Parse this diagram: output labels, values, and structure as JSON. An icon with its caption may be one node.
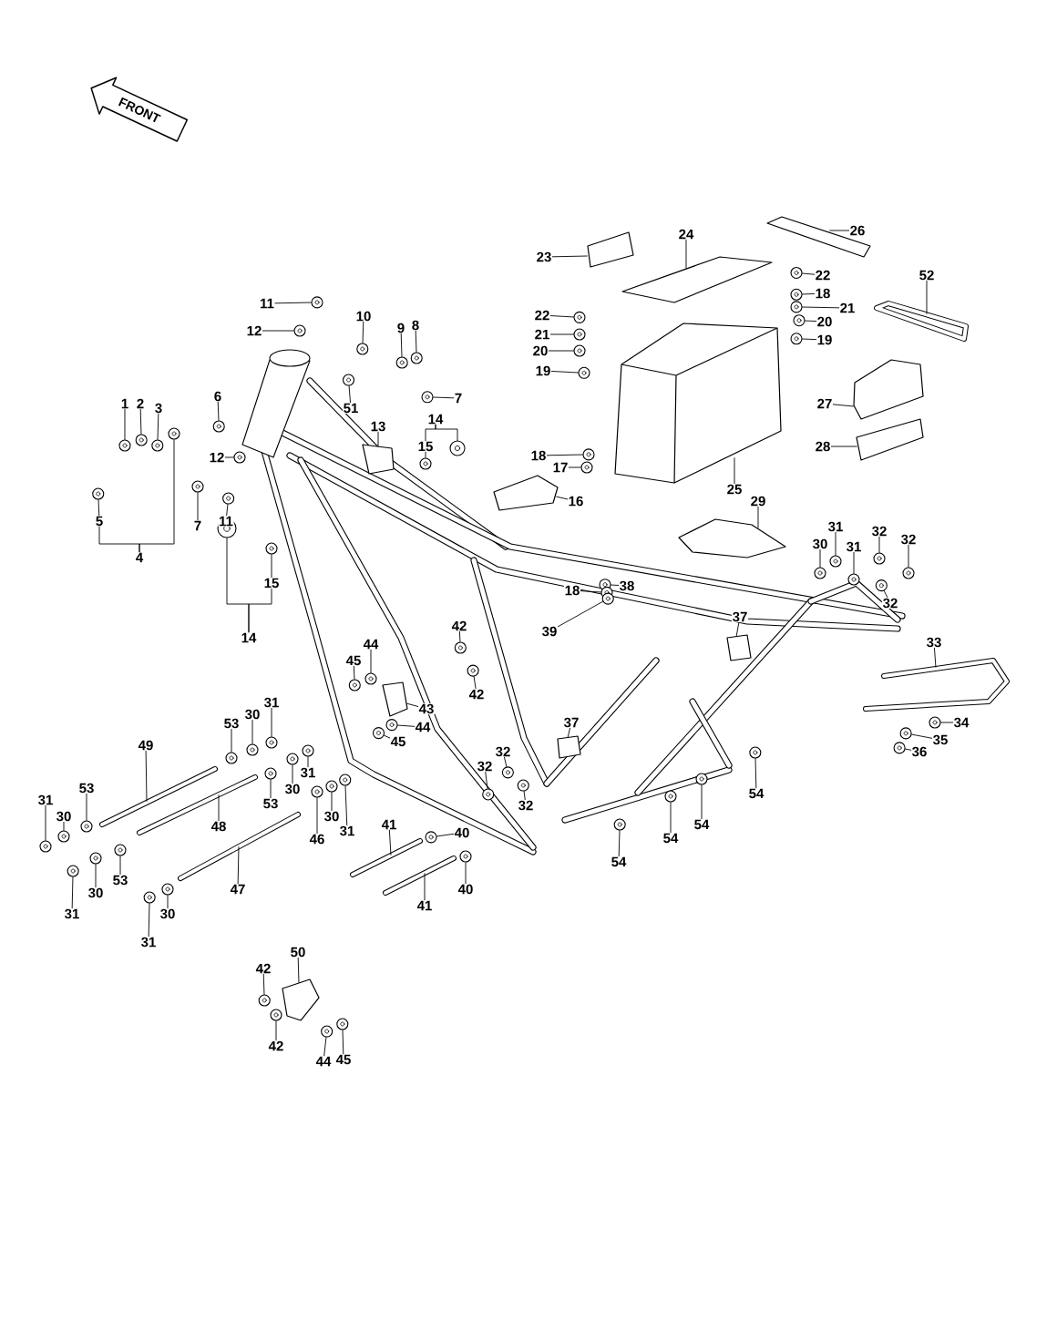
{
  "diagram": {
    "nodes": [
      {
        "text": [
          "1"
        ]
      },
      {
        "text": [
          "2"
        ]
      },
      {
        "text": [
          "3"
        ]
      },
      {
        "text": [
          "6"
        ]
      },
      {
        "text": [
          "5"
        ]
      },
      {
        "text": [
          "4"
        ]
      },
      {
        "text": [
          "7"
        ]
      },
      {
        "text": [
          "11"
        ]
      },
      {
        "text": [
          "12"
        ]
      },
      {
        "text": [
          "10"
        ]
      },
      {
        "text": [
          "9"
        ]
      },
      {
        "text": [
          "8"
        ]
      },
      {
        "text": [
          "51"
        ]
      },
      {
        "text": [
          "13"
        ]
      },
      {
        "text": [
          "7"
        ]
      },
      {
        "text": [
          "14"
        ]
      },
      {
        "text": [
          "15"
        ]
      },
      {
        "text": [
          "12"
        ]
      },
      {
        "text": [
          "11"
        ]
      },
      {
        "text": [
          "15"
        ]
      },
      {
        "text": [
          "14"
        ]
      },
      {
        "text": [
          "23"
        ]
      },
      {
        "text": [
          "24"
        ]
      },
      {
        "text": [
          "26"
        ]
      },
      {
        "text": [
          "22"
        ]
      },
      {
        "text": [
          "18"
        ]
      },
      {
        "text": [
          "21"
        ]
      },
      {
        "text": [
          "20"
        ]
      },
      {
        "text": [
          "19"
        ]
      },
      {
        "text": [
          "52"
        ]
      },
      {
        "text": [
          "22"
        ]
      },
      {
        "text": [
          "21"
        ]
      },
      {
        "text": [
          "20"
        ]
      },
      {
        "text": [
          "19"
        ]
      },
      {
        "text": [
          "18"
        ]
      },
      {
        "text": [
          "17"
        ]
      },
      {
        "text": [
          "16"
        ]
      },
      {
        "text": [
          "25"
        ]
      },
      {
        "text": [
          "27"
        ]
      },
      {
        "text": [
          "28"
        ]
      },
      {
        "text": [
          "29"
        ]
      },
      {
        "text": [
          "30"
        ]
      },
      {
        "text": [
          "31"
        ]
      },
      {
        "text": [
          "31"
        ]
      },
      {
        "text": [
          "32"
        ]
      },
      {
        "text": [
          "32"
        ]
      },
      {
        "text": [
          "32"
        ]
      },
      {
        "text": [
          "38"
        ]
      },
      {
        "text": [
          "18"
        ]
      },
      {
        "text": [
          "39"
        ]
      },
      {
        "text": [
          "37"
        ]
      },
      {
        "text": [
          "33"
        ]
      },
      {
        "text": [
          "34"
        ]
      },
      {
        "text": [
          "35"
        ]
      },
      {
        "text": [
          "36"
        ]
      },
      {
        "text": [
          "37"
        ]
      },
      {
        "text": [
          "32"
        ]
      },
      {
        "text": [
          "32"
        ]
      },
      {
        "text": [
          "32"
        ]
      },
      {
        "text": [
          "54"
        ]
      },
      {
        "text": [
          "54"
        ]
      },
      {
        "text": [
          "54"
        ]
      },
      {
        "text": [
          "54"
        ]
      },
      {
        "text": [
          "42"
        ]
      },
      {
        "text": [
          "44"
        ]
      },
      {
        "text": [
          "45"
        ]
      },
      {
        "text": [
          "42"
        ]
      },
      {
        "text": [
          "43"
        ]
      },
      {
        "text": [
          "44"
        ]
      },
      {
        "text": [
          "45"
        ]
      },
      {
        "text": [
          "31"
        ]
      },
      {
        "text": [
          "30"
        ]
      },
      {
        "text": [
          "53"
        ]
      },
      {
        "text": [
          "49"
        ]
      },
      {
        "text": [
          "31"
        ]
      },
      {
        "text": [
          "30"
        ]
      },
      {
        "text": [
          "53"
        ]
      },
      {
        "text": [
          "48"
        ]
      },
      {
        "text": [
          "46"
        ]
      },
      {
        "text": [
          "30"
        ]
      },
      {
        "text": [
          "31"
        ]
      },
      {
        "text": [
          "41"
        ]
      },
      {
        "text": [
          "40"
        ]
      },
      {
        "text": [
          "40"
        ]
      },
      {
        "text": [
          "41"
        ]
      },
      {
        "text": [
          "47"
        ]
      },
      {
        "text": [
          "31"
        ]
      },
      {
        "text": [
          "30"
        ]
      },
      {
        "text": [
          "53"
        ]
      },
      {
        "text": [
          "53"
        ]
      },
      {
        "text": [
          "30"
        ]
      },
      {
        "text": [
          "31"
        ]
      },
      {
        "text": [
          "30"
        ]
      },
      {
        "text": [
          "31"
        ]
      },
      {
        "text": [
          "50"
        ]
      },
      {
        "text": [
          "42"
        ]
      },
      {
        "text": [
          "42"
        ]
      },
      {
        "text": [
          "44"
        ]
      },
      {
        "text": [
          "45"
        ]
      },
      {
        "text": [],
        "shape": "circle"
      },
      {
        "text": [],
        "shape": "circle"
      },
      {
        "text": [],
        "shape": "circle"
      },
      {
        "text": [],
        "shape": "circle"
      },
      {
        "text": [],
        "shape": "circle"
      },
      {
        "text": [],
        "shape": "circle"
      },
      {
        "text": [],
        "shape": "circle"
      },
      {
        "text": [],
        "shape": "circle"
      },
      {
        "text": [],
        "shape": "circle"
      },
      {
        "text": [],
        "shape": "circle"
      },
      {
        "text": [],
        "shape": "circle"
      },
      {
        "text": [],
        "shape": "circle"
      },
      {
        "text": [],
        "shape": "circle"
      },
      {
        "text": [],
        "shape": "circle"
      },
      {
        "text": [],
        "shape": "circle"
      },
      {
        "text": [],
        "shape": "circle"
      },
      {
        "text": [],
        "shape": "circle"
      },
      {
        "text": [],
        "shape": "circle"
      },
      {
        "text": [],
        "shape": "circle"
      },
      {
        "text": [],
        "shape": "circle"
      },
      {
        "text": [],
        "shape": "circle"
      },
      {
        "text": [],
        "shape": "circle"
      },
      {
        "text": [],
        "shape": "circle"
      },
      {
        "text": [],
        "shape": "circle"
      },
      {
        "text": [],
        "shape": "circle"
      },
      {
        "text": [],
        "shape": "circle"
      },
      {
        "text": [],
        "shape": "circle"
      },
      {
        "text": [],
        "shape": "circle"
      },
      {
        "text": [],
        "shape": "circle"
      },
      {
        "text": [],
        "shape": "circle"
      },
      {
        "text": [],
        "shape": "circle"
      },
      {
        "text": [],
        "shape": "circle"
      },
      {
        "text": [],
        "shape": "circle"
      },
      {
        "text": [],
        "shape": "circle"
      },
      {
        "text": [],
        "shape": "circle"
      },
      {
        "text": [],
        "shape": "circle"
      },
      {
        "text": [],
        "shape": "circle"
      },
      {
        "text": [],
        "shape": "circle"
      },
      {
        "text": [],
        "shape": "circle"
      },
      {
        "text": [],
        "shape": "circle"
      },
      {
        "text": [],
        "shape": "circle"
      },
      {
        "text": [],
        "shape": "circle"
      },
      {
        "text": [],
        "shape": "circle"
      },
      {
        "text": [],
        "shape": "circle"
      },
      {
        "text": [],
        "shape": "circle"
      },
      {
        "text": [],
        "shape": "circle"
      },
      {
        "text": [],
        "shape": "circle"
      },
      {
        "text": [],
        "shape": "circle"
      },
      {
        "text": [],
        "shape": "circle"
      },
      {
        "text": [],
        "shape": "circle"
      },
      {
        "text": [],
        "shape": "circle"
      },
      {
        "text": [],
        "shape": "circle"
      },
      {
        "text": [],
        "shape": "circle"
      },
      {
        "text": [],
        "shape": "circle"
      },
      {
        "text": [],
        "shape": "circle"
      },
      {
        "text": [],
        "shape": "circle"
      },
      {
        "text": [],
        "shape": "circle"
      },
      {
        "text": [],
        "shape": "circle"
      },
      {
        "text": [],
        "shape": "circle"
      },
      {
        "text": [],
        "shape": "circle"
      },
      {
        "text": [],
        "shape": "circle"
      },
      {
        "text": [],
        "shape": "circle"
      },
      {
        "text": [],
        "shape": "circle"
      },
      {
        "text": [],
        "shape": "circle"
      },
      {
        "text": [],
        "shape": "circle"
      },
      {
        "text": [],
        "shape": "circle"
      },
      {
        "text": [],
        "shape": "circle"
      },
      {
        "text": [],
        "shape": "circle"
      },
      {
        "text": [],
        "shape": "circle"
      },
      {
        "text": [],
        "shape": "circle"
      },
      {
        "text": [],
        "shape": "circle"
      },
      {
        "text": [],
        "shape": "circle"
      },
      {
        "text": [],
        "shape": "circle"
      },
      {
        "text": [],
        "shape": "circle"
      },
      {
        "text": [],
        "shape": "circle"
      },
      {
        "text": [],
        "shape": "circle"
      },
      {
        "text": [],
        "shape": "box"
      },
      {
        "text": [],
        "shape": "box"
      },
      {
        "text": [],
        "shape": "box"
      },
      {
        "text": [],
        "shape": "box"
      },
      {
        "text": [],
        "shape": "bar"
      },
      {
        "text": [],
        "shape": "box"
      },
      {
        "text": [],
        "shape": "box"
      },
      {
        "text": [],
        "shape": "box"
      },
      {
        "text": [],
        "shape": "box"
      },
      {
        "text": [],
        "shape": "box"
      },
      {
        "text": [],
        "shape": "bar"
      },
      {
        "text": [],
        "shape": "box"
      },
      {
        "text": [],
        "shape": "bar"
      },
      {
        "text": [],
        "shape": "bar"
      },
      {
        "text": [],
        "shape": "bar"
      },
      {
        "text": [],
        "shape": "bar"
      },
      {
        "text": [],
        "shape": "bar"
      },
      {
        "text": [],
        "shape": "box"
      },
      {
        "text": [],
        "shape": "circle"
      },
      {
        "text": [],
        "shape": "circle"
      },
      {
        "text": [],
        "shape": "circle"
      },
      {
        "text": [],
        "shape": "box"
      },
      {
        "text": [],
        "shape": "box"
      }
    ],
    "edges": [
      {
        "from": 0,
        "to": 99,
        "arrow": "none"
      },
      {
        "from": 1,
        "to": 100,
        "arrow": "none"
      },
      {
        "from": 2,
        "to": 101,
        "arrow": "none"
      },
      {
        "from": 3,
        "to": 102,
        "arrow": "none"
      },
      {
        "from": 4,
        "to": 103,
        "arrow": "none"
      },
      {
        "from": 5,
        "to": 4,
        "arrow": "none"
      },
      {
        "from": 5,
        "to": 193,
        "arrow": "none"
      },
      {
        "from": 6,
        "to": 104,
        "arrow": "none"
      },
      {
        "from": 7,
        "to": 105,
        "arrow": "none"
      },
      {
        "from": 8,
        "to": 106,
        "arrow": "none"
      },
      {
        "from": 9,
        "to": 107,
        "arrow": "none"
      },
      {
        "from": 10,
        "to": 108,
        "arrow": "none"
      },
      {
        "from": 11,
        "to": 109,
        "arrow": "none"
      },
      {
        "from": 12,
        "to": 110,
        "arrow": "none"
      },
      {
        "from": 13,
        "to": 175,
        "arrow": "none"
      },
      {
        "from": 14,
        "to": 111,
        "arrow": "none"
      },
      {
        "from": 15,
        "to": 16,
        "arrow": "none"
      },
      {
        "from": 15,
        "to": 195,
        "arrow": "none"
      },
      {
        "from": 16,
        "to": 112,
        "arrow": "none"
      },
      {
        "from": 17,
        "to": 113,
        "arrow": "none"
      },
      {
        "from": 18,
        "to": 114,
        "arrow": "none"
      },
      {
        "from": 19,
        "to": 115,
        "arrow": "none"
      },
      {
        "from": 20,
        "to": 194,
        "arrow": "none"
      },
      {
        "from": 20,
        "to": 19,
        "arrow": "none"
      },
      {
        "from": 21,
        "to": 176,
        "arrow": "none"
      },
      {
        "from": 22,
        "to": 177,
        "arrow": "none"
      },
      {
        "from": 23,
        "to": 178,
        "arrow": "none"
      },
      {
        "from": 24,
        "to": 116,
        "arrow": "none"
      },
      {
        "from": 25,
        "to": 117,
        "arrow": "none"
      },
      {
        "from": 26,
        "to": 118,
        "arrow": "none"
      },
      {
        "from": 27,
        "to": 119,
        "arrow": "none"
      },
      {
        "from": 28,
        "to": 120,
        "arrow": "none"
      },
      {
        "from": 29,
        "to": 179,
        "arrow": "none"
      },
      {
        "from": 30,
        "to": 121,
        "arrow": "none"
      },
      {
        "from": 31,
        "to": 122,
        "arrow": "none"
      },
      {
        "from": 32,
        "to": 123,
        "arrow": "none"
      },
      {
        "from": 33,
        "to": 124,
        "arrow": "none"
      },
      {
        "from": 34,
        "to": 125,
        "arrow": "none"
      },
      {
        "from": 35,
        "to": 126,
        "arrow": "none"
      },
      {
        "from": 36,
        "to": 180,
        "arrow": "none"
      },
      {
        "from": 37,
        "to": 181,
        "arrow": "none"
      },
      {
        "from": 38,
        "to": 182,
        "arrow": "none"
      },
      {
        "from": 39,
        "to": 183,
        "arrow": "none"
      },
      {
        "from": 40,
        "to": 184,
        "arrow": "none"
      },
      {
        "from": 41,
        "to": 127,
        "arrow": "none"
      },
      {
        "from": 42,
        "to": 128,
        "arrow": "none"
      },
      {
        "from": 43,
        "to": 129,
        "arrow": "none"
      },
      {
        "from": 44,
        "to": 130,
        "arrow": "none"
      },
      {
        "from": 45,
        "to": 131,
        "arrow": "none"
      },
      {
        "from": 46,
        "to": 132,
        "arrow": "none"
      },
      {
        "from": 47,
        "to": 133,
        "arrow": "none"
      },
      {
        "from": 48,
        "to": 134,
        "arrow": "none"
      },
      {
        "from": 49,
        "to": 135,
        "arrow": "none"
      },
      {
        "from": 50,
        "to": 196,
        "arrow": "none"
      },
      {
        "from": 51,
        "to": 185,
        "arrow": "none"
      },
      {
        "from": 52,
        "to": 136,
        "arrow": "none"
      },
      {
        "from": 53,
        "to": 137,
        "arrow": "none"
      },
      {
        "from": 54,
        "to": 138,
        "arrow": "none"
      },
      {
        "from": 55,
        "to": 197,
        "arrow": "none"
      },
      {
        "from": 56,
        "to": 139,
        "arrow": "none"
      },
      {
        "from": 57,
        "to": 140,
        "arrow": "none"
      },
      {
        "from": 58,
        "to": 141,
        "arrow": "none"
      },
      {
        "from": 59,
        "to": 142,
        "arrow": "none"
      },
      {
        "from": 60,
        "to": 143,
        "arrow": "none"
      },
      {
        "from": 61,
        "to": 144,
        "arrow": "none"
      },
      {
        "from": 62,
        "to": 145,
        "arrow": "none"
      },
      {
        "from": 63,
        "to": 146,
        "arrow": "none"
      },
      {
        "from": 64,
        "to": 147,
        "arrow": "none"
      },
      {
        "from": 65,
        "to": 148,
        "arrow": "none"
      },
      {
        "from": 66,
        "to": 149,
        "arrow": "none"
      },
      {
        "from": 67,
        "to": 186,
        "arrow": "none"
      },
      {
        "from": 68,
        "to": 150,
        "arrow": "none"
      },
      {
        "from": 69,
        "to": 151,
        "arrow": "none"
      },
      {
        "from": 70,
        "to": 152,
        "arrow": "none"
      },
      {
        "from": 71,
        "to": 153,
        "arrow": "none"
      },
      {
        "from": 72,
        "to": 154,
        "arrow": "none"
      },
      {
        "from": 73,
        "to": 187,
        "arrow": "none"
      },
      {
        "from": 74,
        "to": 155,
        "arrow": "none"
      },
      {
        "from": 75,
        "to": 156,
        "arrow": "none"
      },
      {
        "from": 76,
        "to": 157,
        "arrow": "none"
      },
      {
        "from": 77,
        "to": 188,
        "arrow": "none"
      },
      {
        "from": 78,
        "to": 158,
        "arrow": "none"
      },
      {
        "from": 79,
        "to": 159,
        "arrow": "none"
      },
      {
        "from": 80,
        "to": 160,
        "arrow": "none"
      },
      {
        "from": 81,
        "to": 189,
        "arrow": "none"
      },
      {
        "from": 82,
        "to": 161,
        "arrow": "none"
      },
      {
        "from": 83,
        "to": 162,
        "arrow": "none"
      },
      {
        "from": 84,
        "to": 190,
        "arrow": "none"
      },
      {
        "from": 85,
        "to": 191,
        "arrow": "none"
      },
      {
        "from": 86,
        "to": 163,
        "arrow": "none"
      },
      {
        "from": 87,
        "to": 164,
        "arrow": "none"
      },
      {
        "from": 88,
        "to": 165,
        "arrow": "none"
      },
      {
        "from": 89,
        "to": 166,
        "arrow": "none"
      },
      {
        "from": 90,
        "to": 167,
        "arrow": "none"
      },
      {
        "from": 91,
        "to": 168,
        "arrow": "none"
      },
      {
        "from": 92,
        "to": 169,
        "arrow": "none"
      },
      {
        "from": 93,
        "to": 170,
        "arrow": "none"
      },
      {
        "from": 94,
        "to": 192,
        "arrow": "none"
      },
      {
        "from": 95,
        "to": 171,
        "arrow": "none"
      },
      {
        "from": 96,
        "to": 172,
        "arrow": "none"
      },
      {
        "from": 97,
        "to": 173,
        "arrow": "none"
      },
      {
        "from": 98,
        "to": 174,
        "arrow": "none"
      }
    ],
    "labels": [
      "FRONT"
    ]
  }
}
